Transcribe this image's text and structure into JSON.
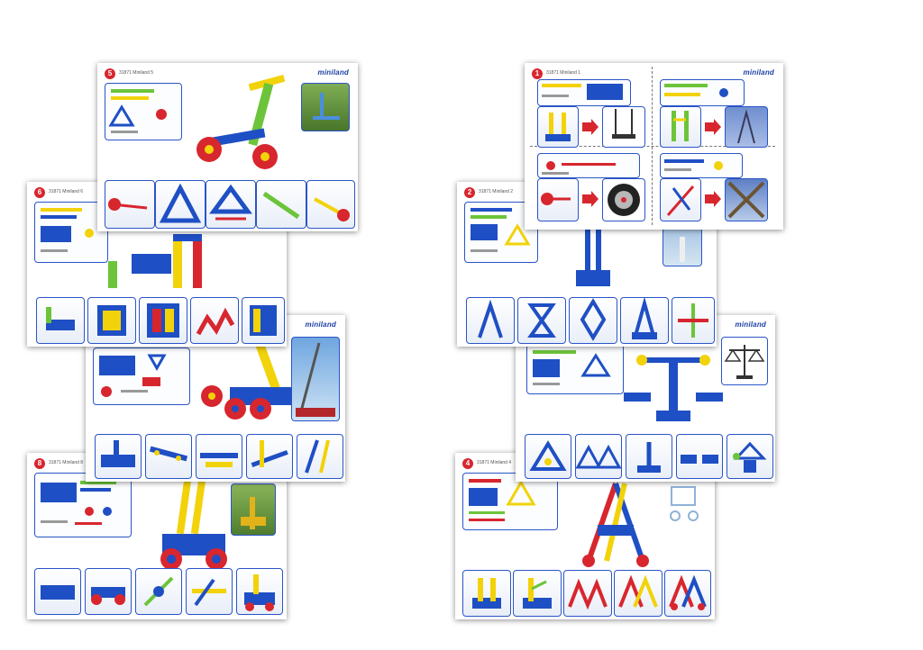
{
  "brand": "miniland",
  "left_column": [
    {
      "number": "5",
      "code": "31871 Miniland 5"
    },
    {
      "number": "6",
      "code": "31871 Miniland 6"
    },
    {
      "number": "",
      "code": ""
    },
    {
      "number": "8",
      "code": "31871 Miniland 8"
    }
  ],
  "right_column": [
    {
      "number": "1",
      "code": "31871 Miniland 1"
    },
    {
      "number": "2",
      "code": "31871 Miniland 2"
    },
    {
      "number": "",
      "code": ""
    },
    {
      "number": "4",
      "code": "31871 Miniland 4"
    }
  ],
  "colors": {
    "blue": "#1f4fc4",
    "yellow": "#f2d20a",
    "red": "#d8262e",
    "green": "#6cc43a",
    "frame": "#2a55c8"
  }
}
